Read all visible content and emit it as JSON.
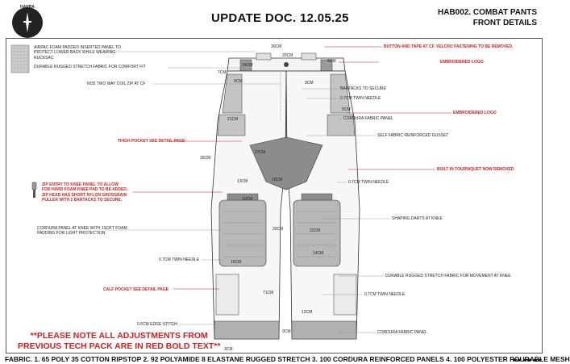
{
  "header": {
    "title": "UPDATE DOC. 12.05.25",
    "code_line1": "HAB002. COMBAT PANTS",
    "code_line2": "FRONT DETAILS"
  },
  "logo": {
    "text": "HARBA"
  },
  "notes": {
    "airpac": "AIRPAC FOAM PADDED INSERTED PANEL TO\nPROTECT LOWER BACK WHILE WEARING\nRUCKSAC",
    "stretch_fit": "DURABLE RUGGED STRETCH FABRIC FOR COMFORT FIT",
    "zip_fly": "NO5 TWO WAY COIL ZIP AT CF",
    "thigh_pocket": "THIGH POCKET SEE DETAIL PAGE",
    "zip_entry": "ZIP ENTRY TO KNEE PANEL TO ALLOW\nFOR HARD FOAM KNEE PAD TO BE ADDED.\nZIP HEAD HAS SHORT NYLON GROSGRAIN\nPULLER WITH 2 BARTACKS TO SECURE.",
    "cordura_knee": "CORDURA PANEL AT KNEE WITH 1SOFT FOAM\nPADDING FOR LIGHT PROTECTION",
    "twin_left": "0.7CM TWIN NEEDLE",
    "calf_pocket": "CALF POCKET SEE DETAIL PAGE",
    "edge_stitch": "0.5CM EDGE STITCH",
    "button_tape": "BUTTON AND TAPE AT CF. VELCRO FASTENING TO BE REMOVED.",
    "embroidered_logo1": "EMBROIDERED LOGO",
    "bartacks": "BARTACKS TO SECURE",
    "twin_right1": "0.7CM TWIN NEEDLE",
    "embroidered_logo2": "EMBROIDERED LOGO",
    "cordura_fabric": "CORDURA FABRIC PANEL",
    "gusset": "SELF FABRIC REINFORCED GUSSET",
    "tourniquet": "BUILT IN TOURNIQUET NOW REMOVED",
    "twin_right2": "0.7CM TWIN NEEDLE",
    "shaping_darts": "SHAPING DARTS AT KNEE",
    "stretch_knee": "DURABLE RUGGED STRETCH FABRIC FOR MOVEMENT AT KNEE",
    "twin_right3": "0.7CM TWIN NEEDLE",
    "cordura_bottom": "CORDURA FABRIC PANEL"
  },
  "measurements": {
    "m_30cm_top": "30CM",
    "m_20cm": "20CM",
    "m_14cm": "14CM",
    "m_6cm": "6CM",
    "m_7cm": "7CM",
    "m_9cm_l": "9CM",
    "m_9cm_r": "9CM",
    "m_5cm": "5CM",
    "m_21cm": "21CM",
    "m_27cm": "27CM",
    "m_30cm_side": "30CM",
    "m_10cm": "10CM",
    "m_13cm": "13CM",
    "m_33cm": "33CM",
    "m_22cm": "22CM",
    "m_10cm_r": "10CM",
    "m_14cm_low": "14CM",
    "m_16cm": "16CM",
    "m_71cm": "71CM",
    "m_12cm": "12CM",
    "m_9cm_bot": "9CM",
    "m_3cm": "3CM"
  },
  "disclaimer": "**PLEASE NOTE ALL ADJUSTMENTS FROM\nPREVIOUS TECH PACK ARE IN RED BOLD TEXT**",
  "fabric_line": "FABRIC. 1. 65 POLY 35 COTTON RIPSTOP 2. 92 POLYAMIDE 8 ELASTANE RUGGED STRETCH 3. 100 CORDURA REINFORCED PANELS 4. 100 POLYESTER POURABLE MESH",
  "footer_mark": "▰▰ ▰▰ ▰▰",
  "colors": {
    "red": "#d41d1d",
    "grey_panel": "#b8b8b8",
    "dark_panel": "#8a8a8a"
  }
}
